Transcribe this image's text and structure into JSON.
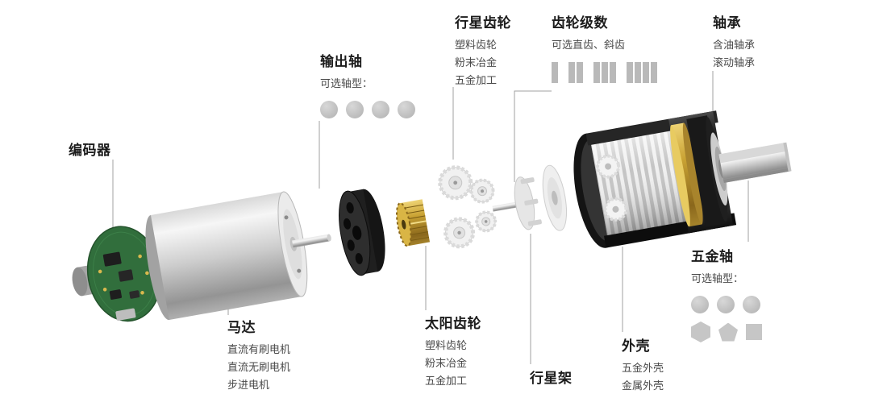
{
  "page": {
    "background": "#ffffff"
  },
  "colors": {
    "title_text": "#1c1c1c",
    "sub_text": "#4a4a4a",
    "leader_line": "#a0a0a0",
    "shape_fill": "#c6c6c6",
    "bar_fill": "#b9b9b9",
    "pcb_green": "#316e3c",
    "brass": "#c9a233",
    "housing_black": "#141414",
    "motor_silver": "#d6d6d6"
  },
  "labels": {
    "encoder": {
      "title": "编码器"
    },
    "output_shaft": {
      "title": "输出轴",
      "subtitle": "可选轴型："
    },
    "planetary_gear": {
      "title": "行星齿轮",
      "items": [
        "塑料齿轮",
        "粉末冶金",
        "五金加工"
      ]
    },
    "gear_stages": {
      "title": "齿轮级数",
      "subtitle": "可选直齿、斜齿"
    },
    "bearing": {
      "title": "轴承",
      "items": [
        "含油轴承",
        "滚动轴承"
      ]
    },
    "motor": {
      "title": "马达",
      "items": [
        "直流有刷电机",
        "直流无刷电机",
        "步进电机"
      ]
    },
    "sun_gear": {
      "title": "太阳齿轮",
      "items": [
        "塑料齿轮",
        "粉末冶金",
        "五金加工"
      ]
    },
    "planet_carrier": {
      "title": "行星架"
    },
    "housing": {
      "title": "外壳",
      "items": [
        "五金外壳",
        "金属外壳"
      ]
    },
    "metal_shaft": {
      "title": "五金轴",
      "subtitle": "可选轴型："
    }
  },
  "icons": {
    "output_shaft_types": [
      "circle",
      "circle",
      "circle",
      "circle"
    ],
    "gear_stage_counts": [
      1,
      2,
      3,
      4
    ],
    "metal_shaft_types": [
      "circle",
      "circle",
      "circle",
      "hexagon",
      "pentagon",
      "square"
    ]
  },
  "illustration": {
    "parts": [
      "encoder-pcb",
      "motor-body",
      "front-end-cap",
      "sun-pinion-brass",
      "planetary-gears",
      "planet-carrier",
      "gearbox-housing",
      "brass-ring",
      "bearing-end",
      "output-shaft"
    ]
  }
}
